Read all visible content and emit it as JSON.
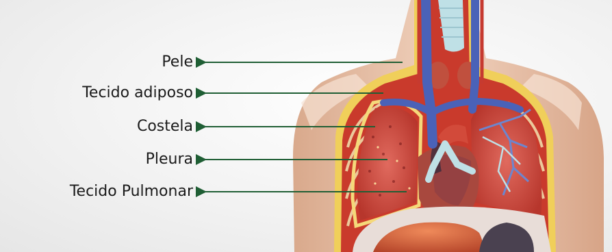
{
  "labels": [
    {
      "id": "pele",
      "text": "Pele"
    },
    {
      "id": "tecido-adiposo",
      "text": "Tecido adiposo"
    },
    {
      "id": "costela",
      "text": "Costela"
    },
    {
      "id": "pleura",
      "text": "Pleura"
    },
    {
      "id": "tecido-pulmonar",
      "text": "Tecido Pulmonar"
    }
  ],
  "colors": {
    "arrow": "#1f5e34",
    "skin": "#e9c1a6",
    "muscle": "#c93a2c",
    "lung": "#d8564c",
    "vein": "#4a62b8",
    "cartilage": "#bfe0e6",
    "fat": "#f0cf5a"
  }
}
